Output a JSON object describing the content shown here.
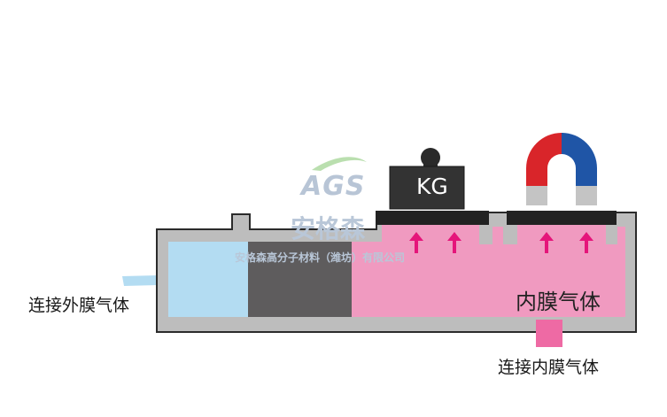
{
  "labels": {
    "outer_gas": "连接外膜气体",
    "inner_gas_bottom": "连接内膜气体",
    "inner_gas_chamber": "内膜气体"
  },
  "weight": {
    "text": "KG"
  },
  "watermark": {
    "logo": "AGS",
    "brand": "安格森",
    "company": "安格森高分子材料（潍坊）有限公司"
  },
  "colors": {
    "housing": "#bdbdbd",
    "housing_stroke": "#2b2b2b",
    "outer_chamber": "#b3dcf2",
    "membrane": "#5e5c5d",
    "inner_chamber": "#f09ac0",
    "arrow": "#e5157a",
    "inlet_pipe": "#ee6aa4",
    "magnet_red": "#d9252a",
    "magnet_blue": "#1f55a6",
    "magnet_steel": "#c4c4c4",
    "plate": "#222222"
  }
}
